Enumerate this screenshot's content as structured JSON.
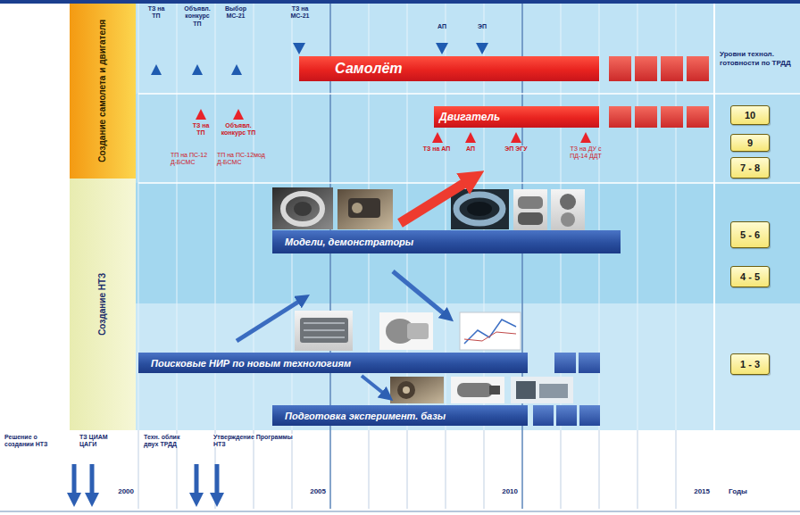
{
  "diagram": {
    "nodes": [
      {
        "text": [
          "Создание самолета и двигателя"
        ]
      },
      {
        "text": [
          "Создание НТЗ"
        ]
      },
      {
        "text": [
          "Самолёт"
        ]
      },
      {
        "text": [
          "Двигатель"
        ]
      },
      {
        "text": [
          "Модели, демонстраторы"
        ]
      },
      {
        "text": [
          "Поисковые НИР по новым технологиям"
        ]
      },
      {
        "text": [
          "Подготовка эксперимент. базы"
        ]
      },
      {
        "text": [
          "10"
        ]
      },
      {
        "text": [
          "9"
        ]
      },
      {
        "text": [
          "7 - 8"
        ]
      },
      {
        "text": [
          "5 - 6"
        ]
      },
      {
        "text": [
          "4 - 5"
        ]
      },
      {
        "text": [
          "1 - 3"
        ]
      }
    ],
    "labels": [
      "ТЗ на ТП",
      "Объявл. конкурс ТП",
      "Выбор МС-21",
      "ТЗ на МС-21",
      "АП",
      "ЭП",
      "ТЗ на ТП",
      "Объявл. конкурс ТП",
      "ТП на ПС-12 Д-БСМС",
      "ТП на ПС-12мод Д-БСМС",
      "ТЗ на АП",
      "АП",
      "ЭП ЭГУ",
      "ТЗ на ДУ с ПД-14 ДДТ",
      "Уровни технол. готовности по ТРДД",
      "Решение о создании НТЗ",
      "ТЗ ЦИАМ ЦАГИ",
      "Техн. облик двух ТРДД",
      "Утверждение Программы НТЗ",
      "2000",
      "2005",
      "2010",
      "2015",
      "Годы"
    ]
  }
}
